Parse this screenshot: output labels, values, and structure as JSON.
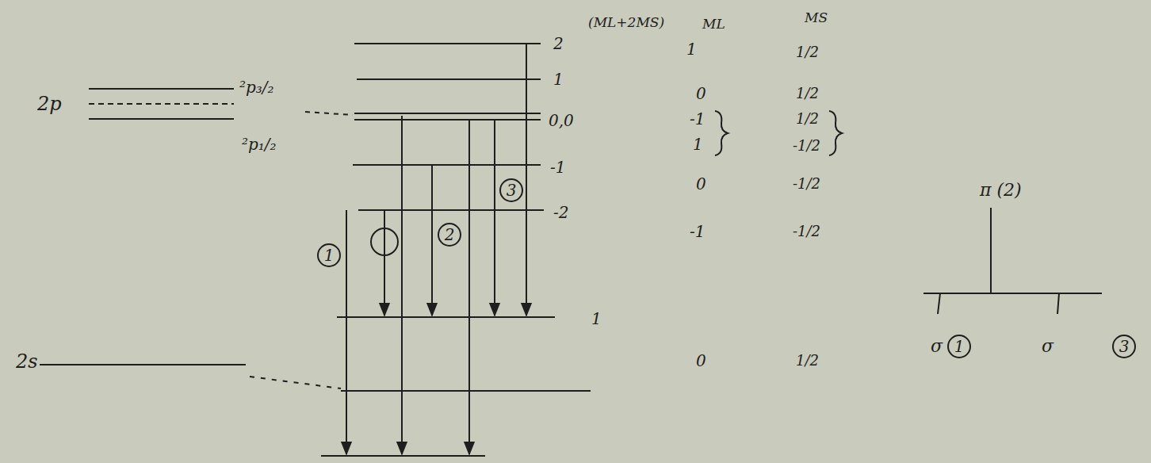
{
  "diagram": {
    "nodes": [
      {
        "text": [
          "1"
        ]
      },
      {
        "text": [
          "2"
        ]
      },
      {
        "text": [
          "3"
        ]
      },
      {
        "text": [
          "1"
        ]
      },
      {
        "text": [
          "3"
        ]
      }
    ],
    "labels": [
      "2p",
      "²p₃/₂",
      "²p₁/₂",
      "2s",
      "2",
      "1",
      "0,0",
      "-1",
      "-2",
      "1",
      "(ML+2MS)",
      "ML",
      "MS",
      "1",
      "0",
      "-1",
      "1",
      "0",
      "-1",
      "0",
      "1/2",
      "1/2",
      "1/2",
      "-1/2",
      "-1/2",
      "-1/2",
      "1/2",
      "π (2)",
      "σ",
      "σ"
    ]
  }
}
